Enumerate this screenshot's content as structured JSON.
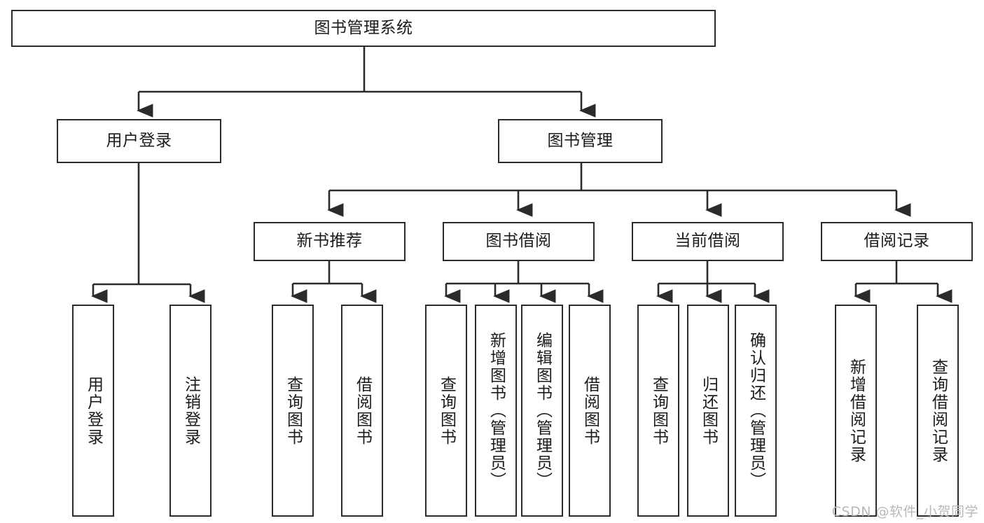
{
  "diagram": {
    "type": "tree-hierarchy",
    "title": "图书管理系统",
    "colors": {
      "stroke": "#2b2b2b",
      "fill": "#ffffff",
      "text": "#1b1b1b",
      "watermark": "#b9b9b9"
    },
    "levels": {
      "root": {
        "label": "图书管理系统"
      },
      "level2": [
        {
          "label": "用户登录"
        },
        {
          "label": "图书管理"
        }
      ],
      "level3": [
        {
          "label": "新书推荐"
        },
        {
          "label": "图书借阅"
        },
        {
          "label": "当前借阅"
        },
        {
          "label": "借阅记录"
        }
      ],
      "leaves": {
        "user_login": [
          {
            "label": "用户登录"
          },
          {
            "label": "注销登录"
          }
        ],
        "new_book_recommend": [
          {
            "label": "查询图书"
          },
          {
            "label": "借阅图书"
          }
        ],
        "book_borrow": [
          {
            "label": "查询图书"
          },
          {
            "label": "新增图书（管理员）"
          },
          {
            "label": "编辑图书（管理员）"
          },
          {
            "label": "借阅图书"
          }
        ],
        "current_borrow": [
          {
            "label": "查询图书"
          },
          {
            "label": "归还图书"
          },
          {
            "label": "确认归还（管理员）"
          }
        ],
        "borrow_record": [
          {
            "label": "新增借阅记录"
          },
          {
            "label": "查询借阅记录"
          }
        ]
      }
    }
  },
  "watermark": {
    "text": "CSDN @软件_小贺同学"
  }
}
